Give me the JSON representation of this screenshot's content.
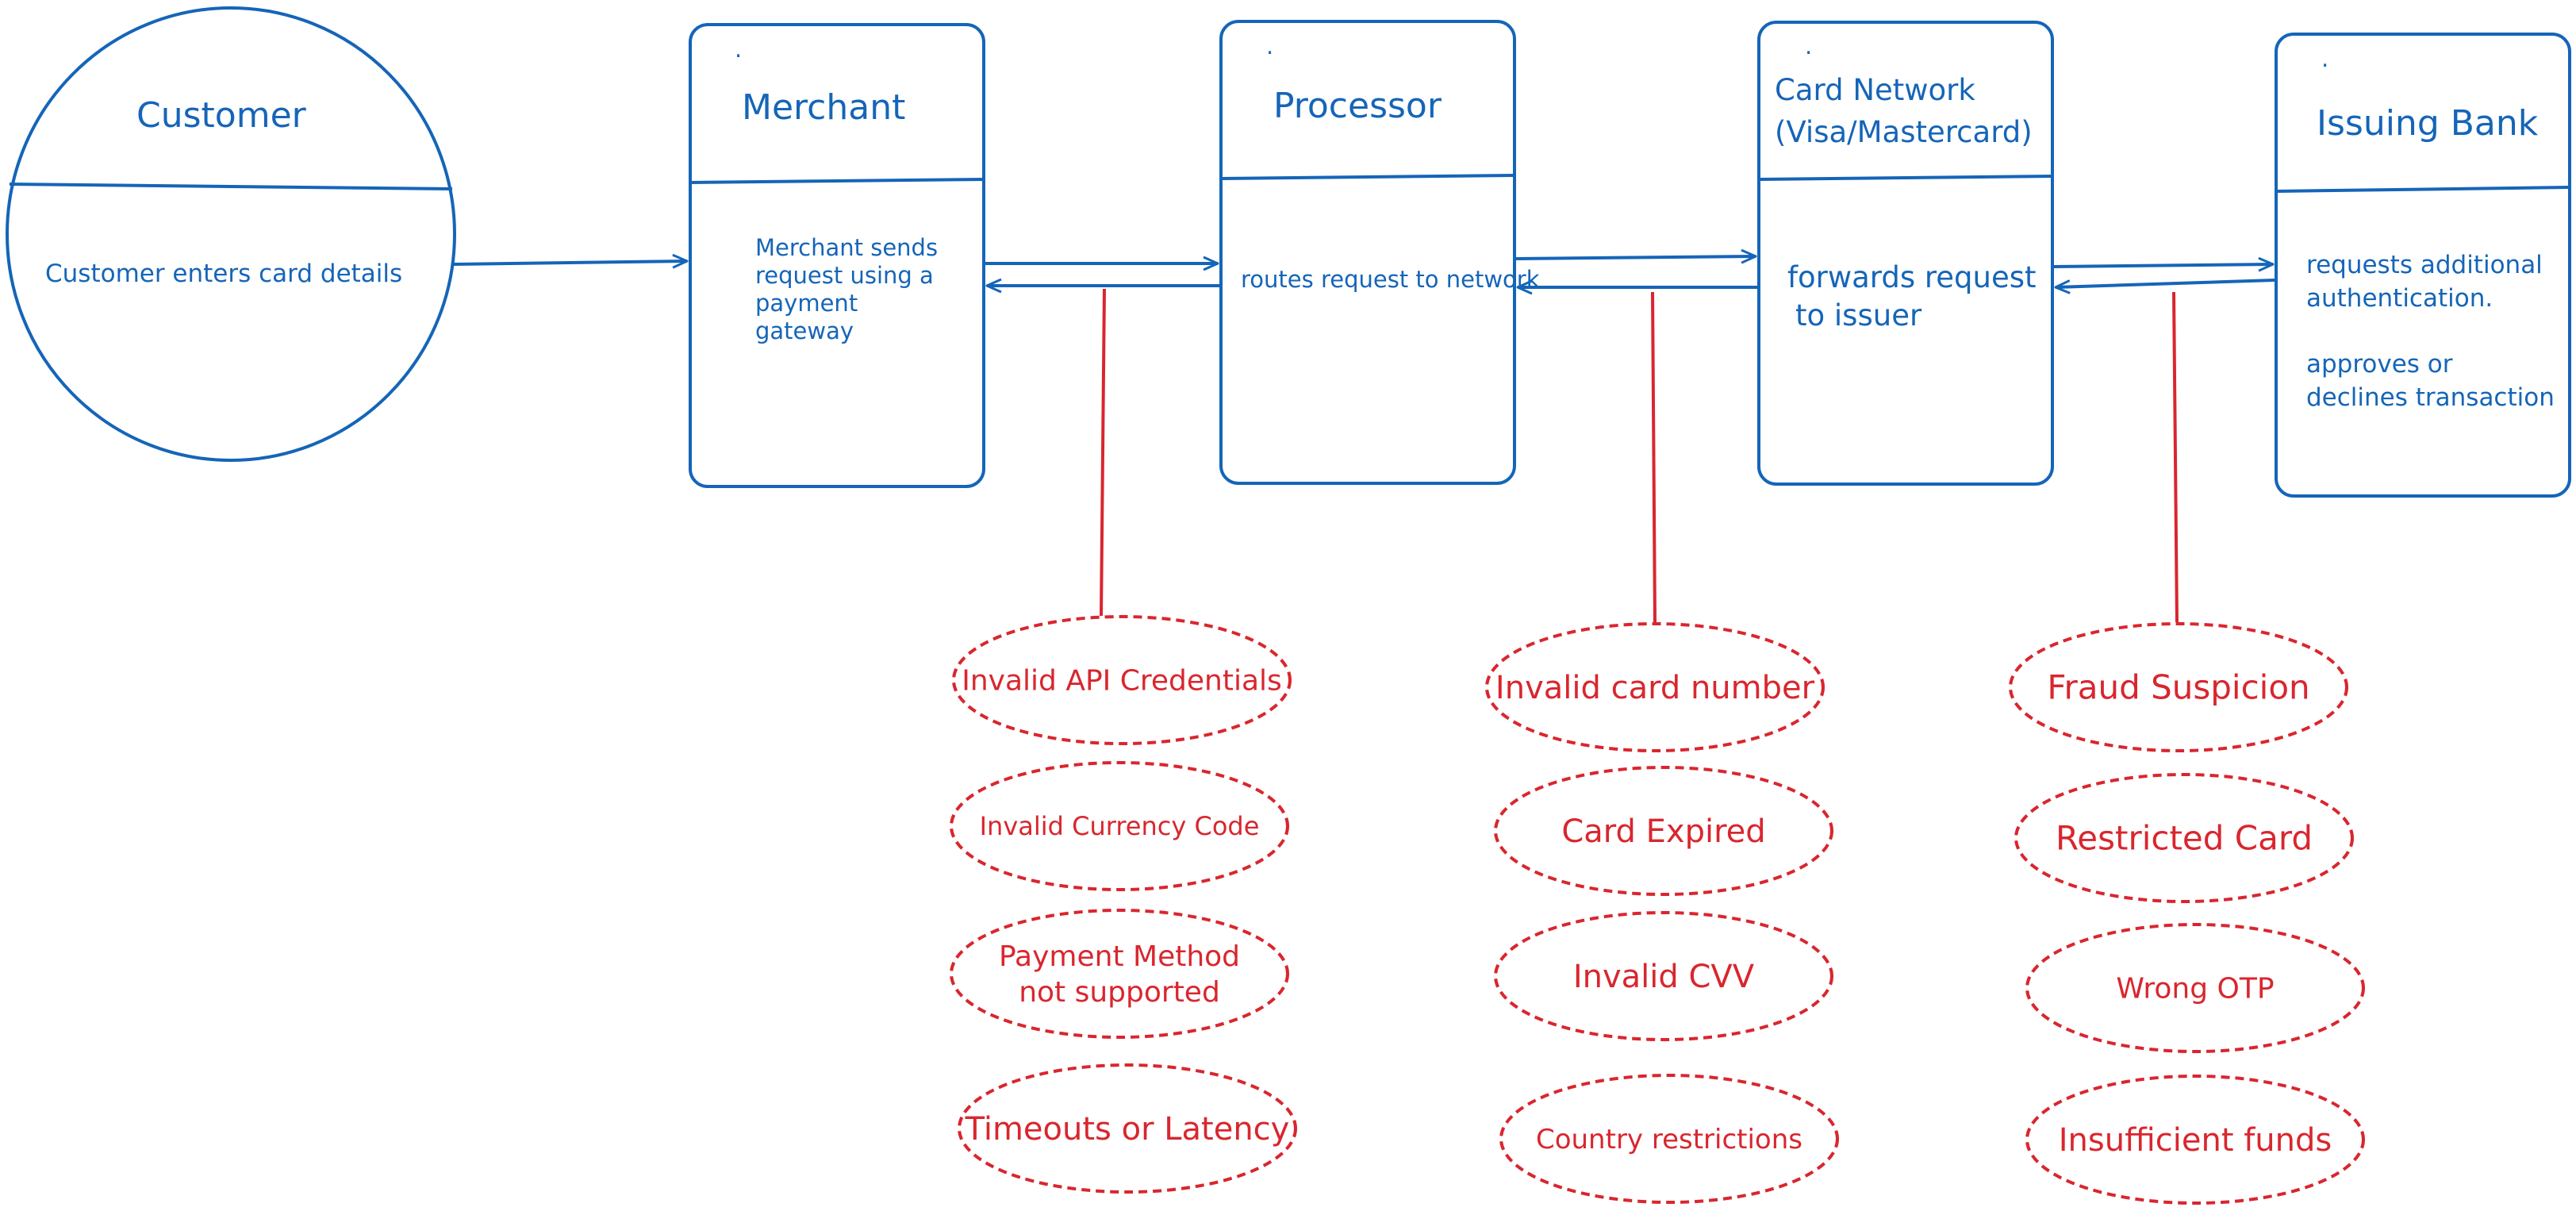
{
  "colors": {
    "blue": "#1565b8",
    "red": "#d9262e",
    "background": "#ffffff"
  },
  "nodes": {
    "customer": {
      "title": "Customer",
      "body": [
        "Customer enters card details"
      ]
    },
    "merchant": {
      "title": "Merchant",
      "marker": ".",
      "body": [
        "Merchant sends",
        "request using a",
        "payment",
        "gateway"
      ]
    },
    "processor": {
      "title": "Processor",
      "marker": ".",
      "body": [
        "routes request to network"
      ]
    },
    "card_network": {
      "title_lines": [
        "Card Network",
        "(Visa/Mastercard)"
      ],
      "marker": ".",
      "body": [
        "forwards request",
        "to issuer"
      ]
    },
    "issuing_bank": {
      "title": "Issuing Bank",
      "marker": ".",
      "body": [
        "requests additional",
        "authentication.",
        "approves or",
        "declines transaction"
      ]
    }
  },
  "error_groups": {
    "merchant_processor": [
      "Invalid API Credentials",
      "Invalid Currency Code",
      "Payment Method|not supported",
      "Timeouts or Latency"
    ],
    "processor_network": [
      "Invalid card number",
      "Card Expired",
      "Invalid CVV",
      "Country restrictions"
    ],
    "network_issuer": [
      "Fraud Suspicion",
      "Restricted Card",
      "Wrong OTP",
      "Insufficient funds"
    ]
  }
}
